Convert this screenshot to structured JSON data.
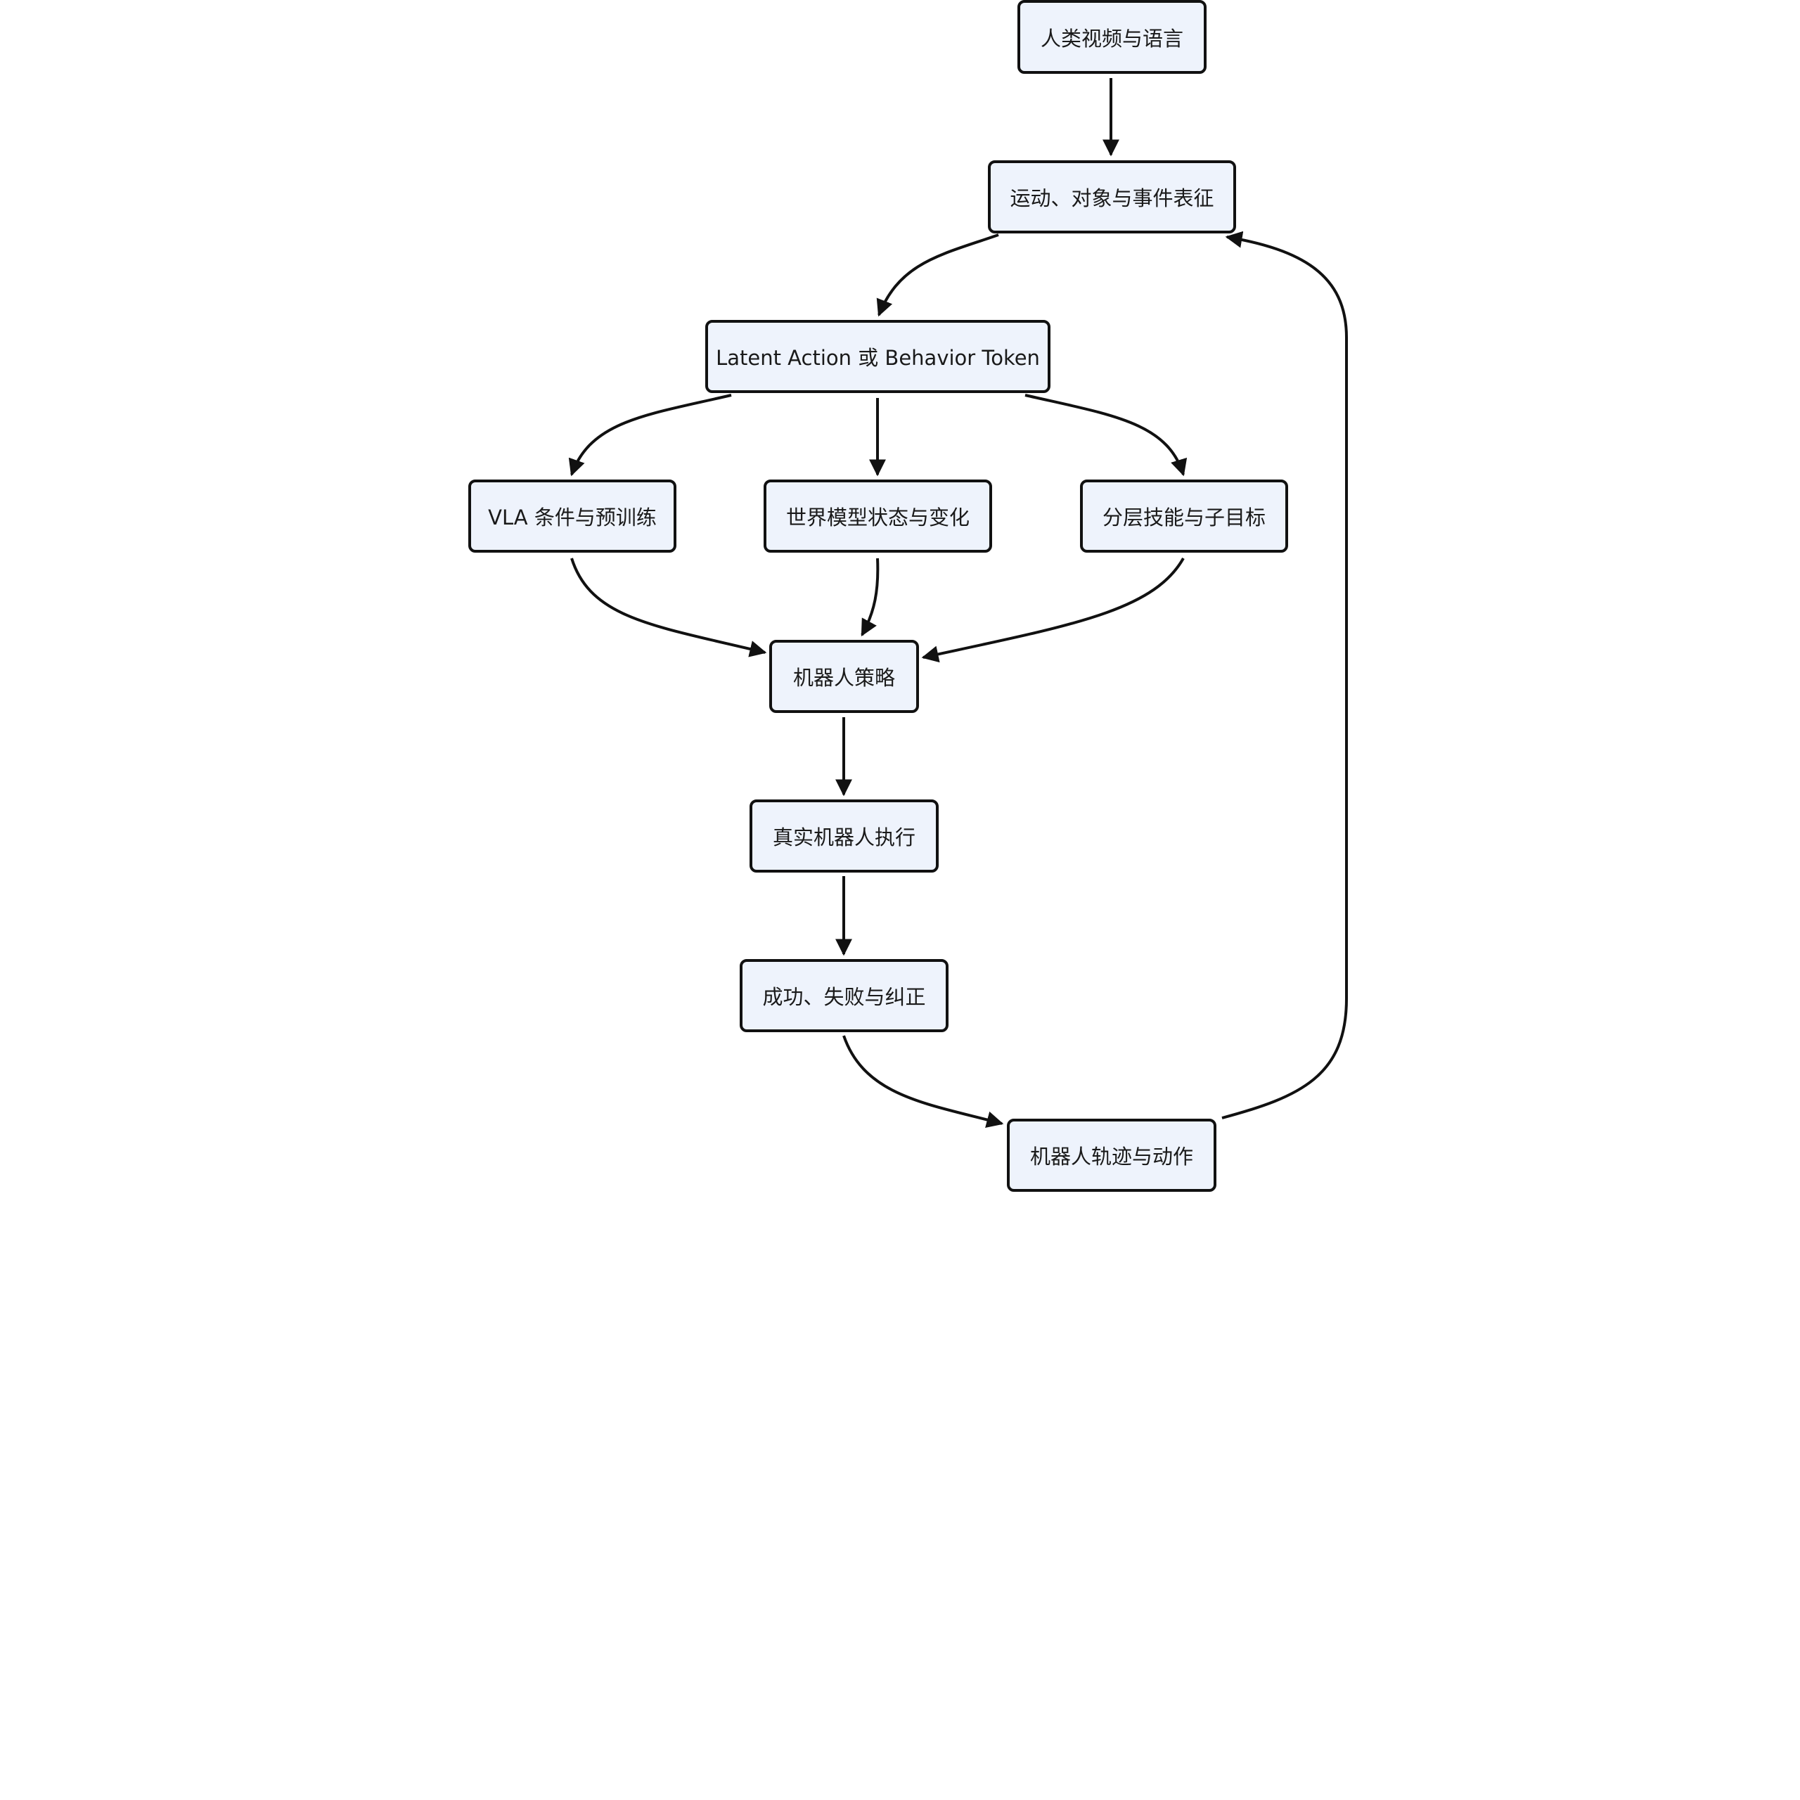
{
  "diagram": {
    "nodes": {
      "human_video_language": "人类视频与语言",
      "motion_object_event": "运动、对象与事件表征",
      "latent_action_token": "Latent Action 或 Behavior Token",
      "vla_pretraining": "VLA 条件与预训练",
      "world_model_state": "世界模型状态与变化",
      "hierarchical_skills": "分层技能与子目标",
      "robot_policy": "机器人策略",
      "real_robot_execution": "真实机器人执行",
      "success_failure_correction": "成功、失败与纠正",
      "robot_trajectory_action": "机器人轨迹与动作"
    },
    "edges": [
      {
        "from": "human_video_language",
        "to": "motion_object_event"
      },
      {
        "from": "motion_object_event",
        "to": "latent_action_token"
      },
      {
        "from": "latent_action_token",
        "to": "vla_pretraining"
      },
      {
        "from": "latent_action_token",
        "to": "world_model_state"
      },
      {
        "from": "latent_action_token",
        "to": "hierarchical_skills"
      },
      {
        "from": "vla_pretraining",
        "to": "robot_policy"
      },
      {
        "from": "world_model_state",
        "to": "robot_policy"
      },
      {
        "from": "hierarchical_skills",
        "to": "robot_policy"
      },
      {
        "from": "robot_policy",
        "to": "real_robot_execution"
      },
      {
        "from": "real_robot_execution",
        "to": "success_failure_correction"
      },
      {
        "from": "success_failure_correction",
        "to": "robot_trajectory_action"
      },
      {
        "from": "robot_trajectory_action",
        "to": "motion_object_event"
      }
    ],
    "colors": {
      "node_fill": "#eef3fc",
      "node_border": "#111111",
      "edge": "#111111",
      "text": "#1a1a1a"
    }
  }
}
